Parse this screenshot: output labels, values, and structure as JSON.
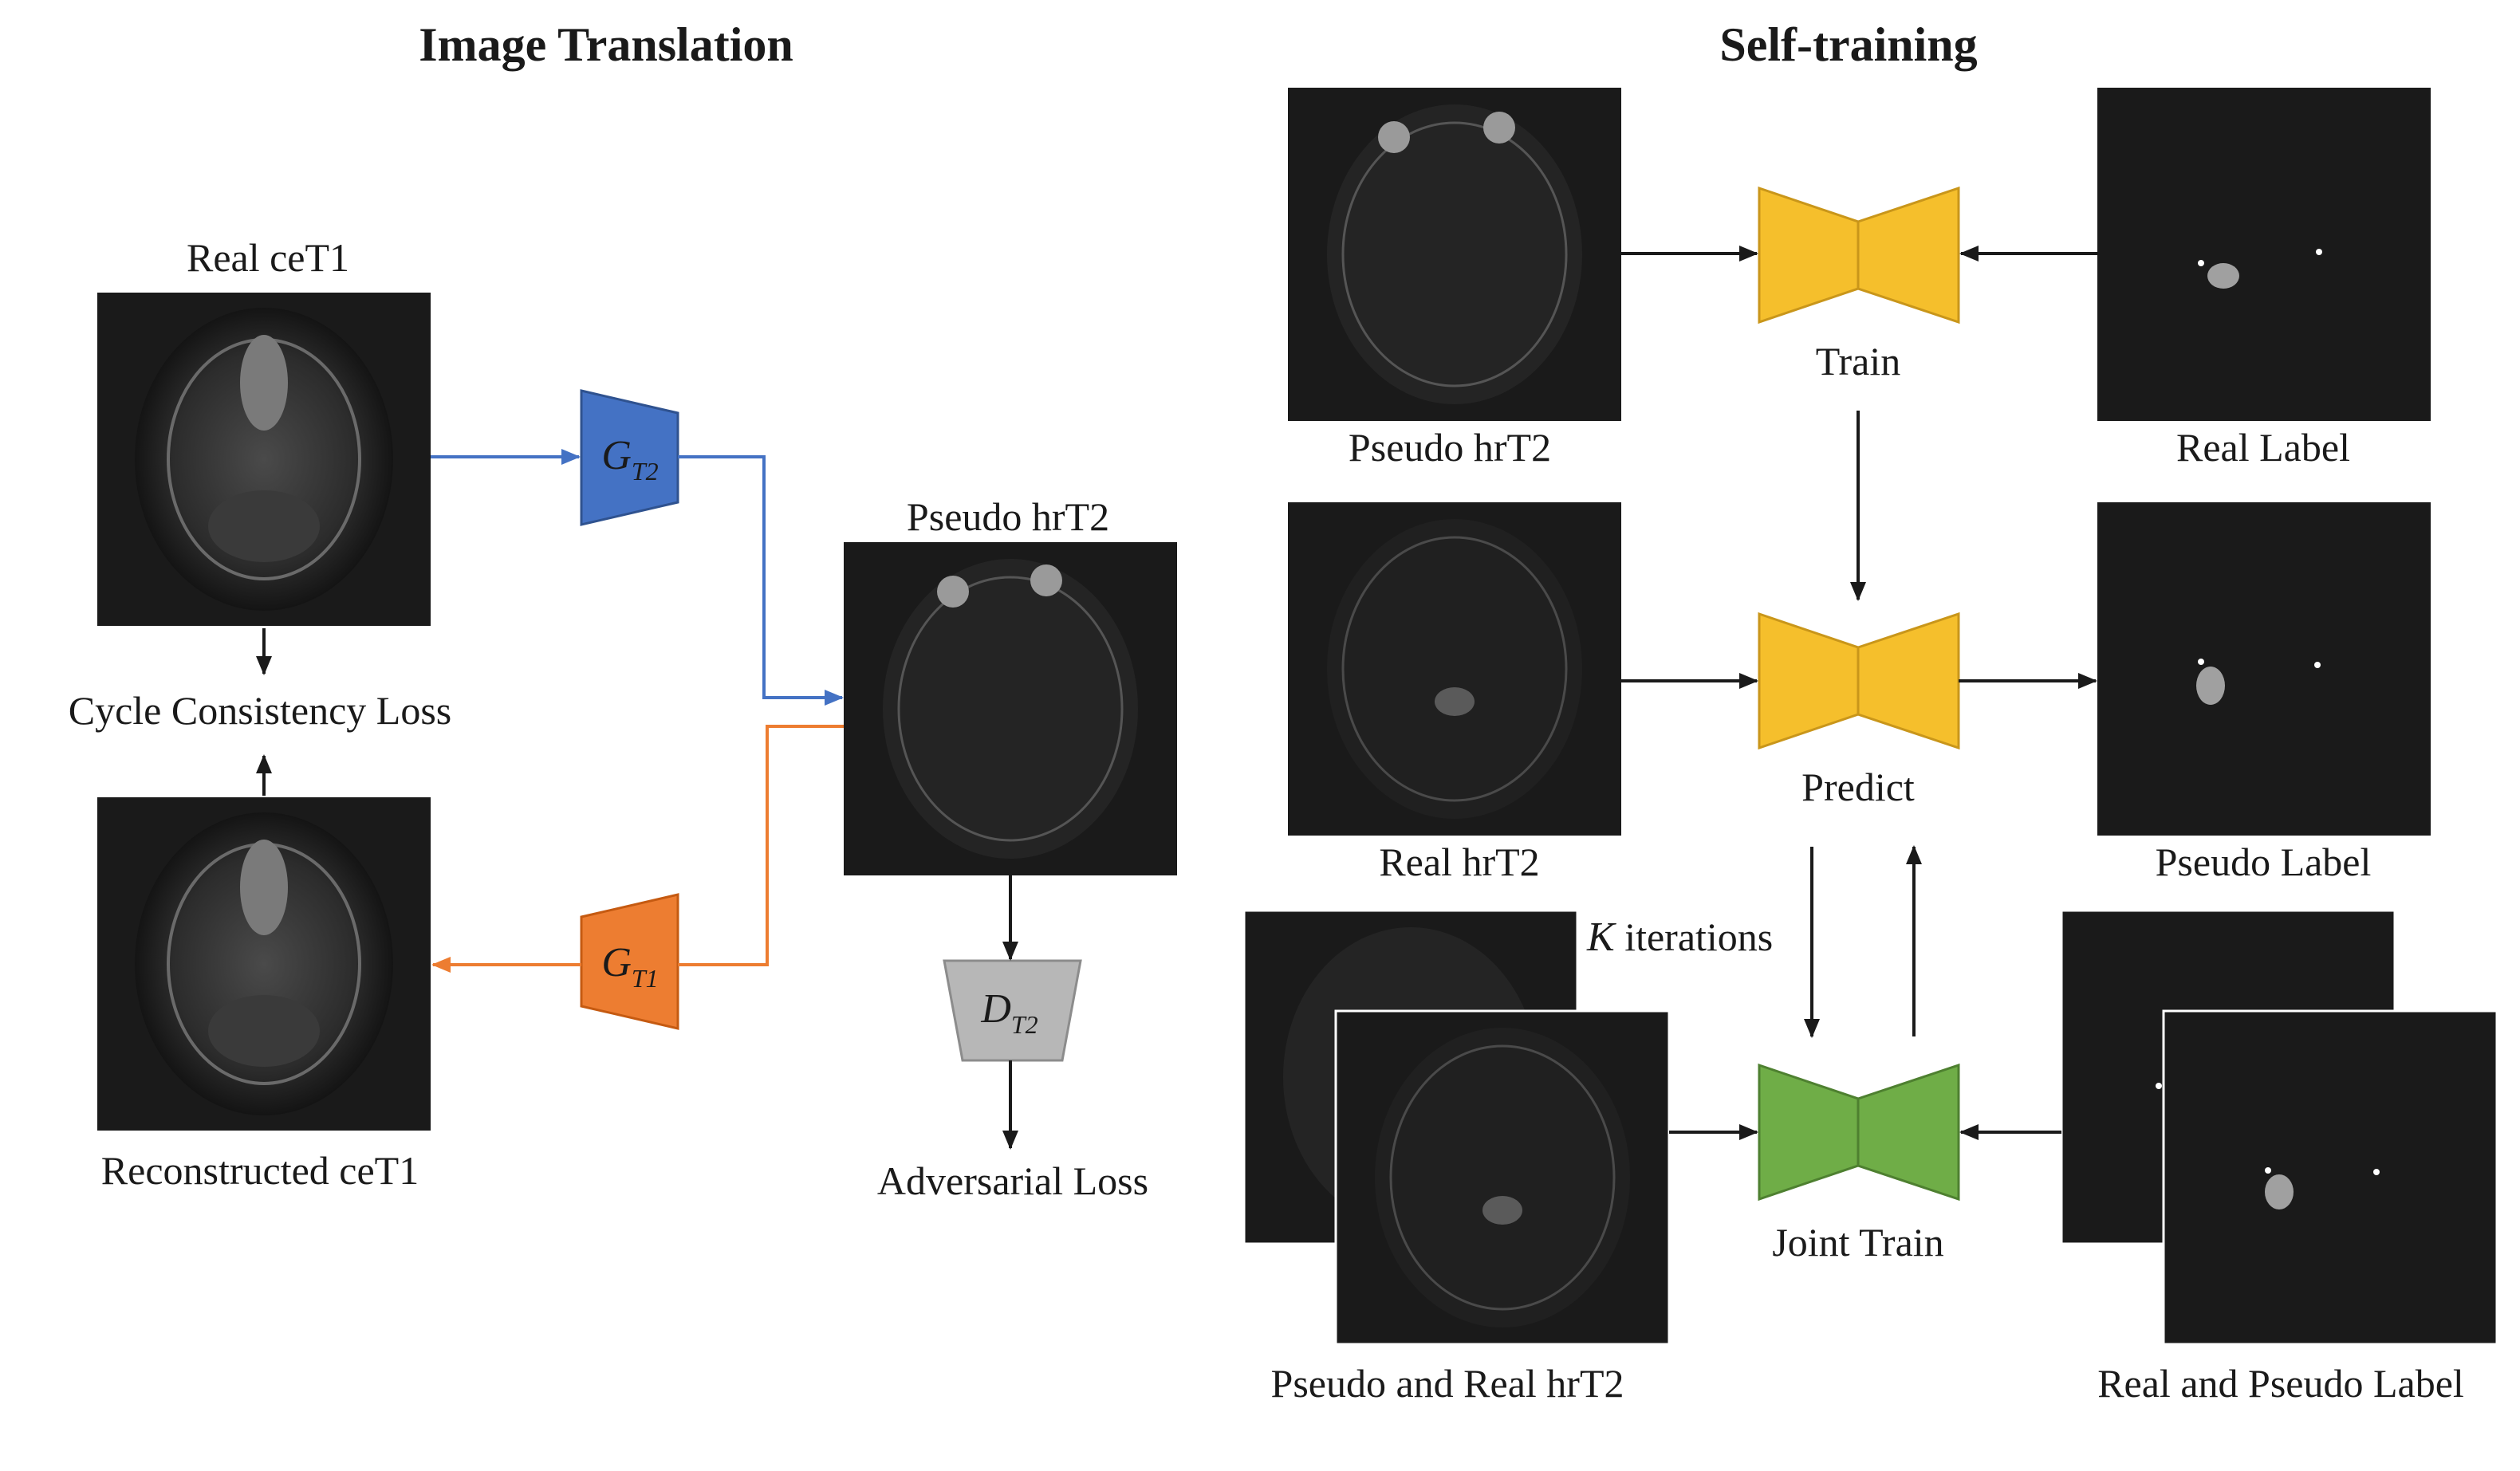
{
  "headers": {
    "image_translation": "Image Translation",
    "self_training": "Self-training"
  },
  "images": {
    "real_cet1": "Real ceT1",
    "reconstructed_cet1": "Reconstructed ceT1",
    "pseudo_hrt2_left": "Pseudo hrT2",
    "pseudo_hrt2_right": "Pseudo hrT2",
    "real_hrt2": "Real hrT2",
    "pseudo_and_real_hrt2": "Pseudo and Real hrT2",
    "real_label": "Real Label",
    "pseudo_label": "Pseudo Label",
    "real_and_pseudo_label": "Real and Pseudo Label"
  },
  "losses": {
    "cycle_consistency": "Cycle Consistency Loss",
    "adversarial": "Adversarial Loss"
  },
  "networks": {
    "g_t2": {
      "symbol": "G",
      "sub": "T2"
    },
    "g_t1": {
      "symbol": "G",
      "sub": "T1"
    },
    "d_t2": {
      "symbol": "D",
      "sub": "T2"
    }
  },
  "steps": {
    "train": "Train",
    "predict": "Predict",
    "joint_train": "Joint Train",
    "k_symbol": "K",
    "k_rest": " iterations"
  },
  "colors": {
    "g_t2": "#4472c4",
    "g_t1": "#ed7d31",
    "d_t2": "#b7b7b7",
    "train": "#f5bf2c",
    "predict": "#f5bf2c",
    "joint_train": "#6fad47",
    "image_bg": "#1a1a1a"
  }
}
